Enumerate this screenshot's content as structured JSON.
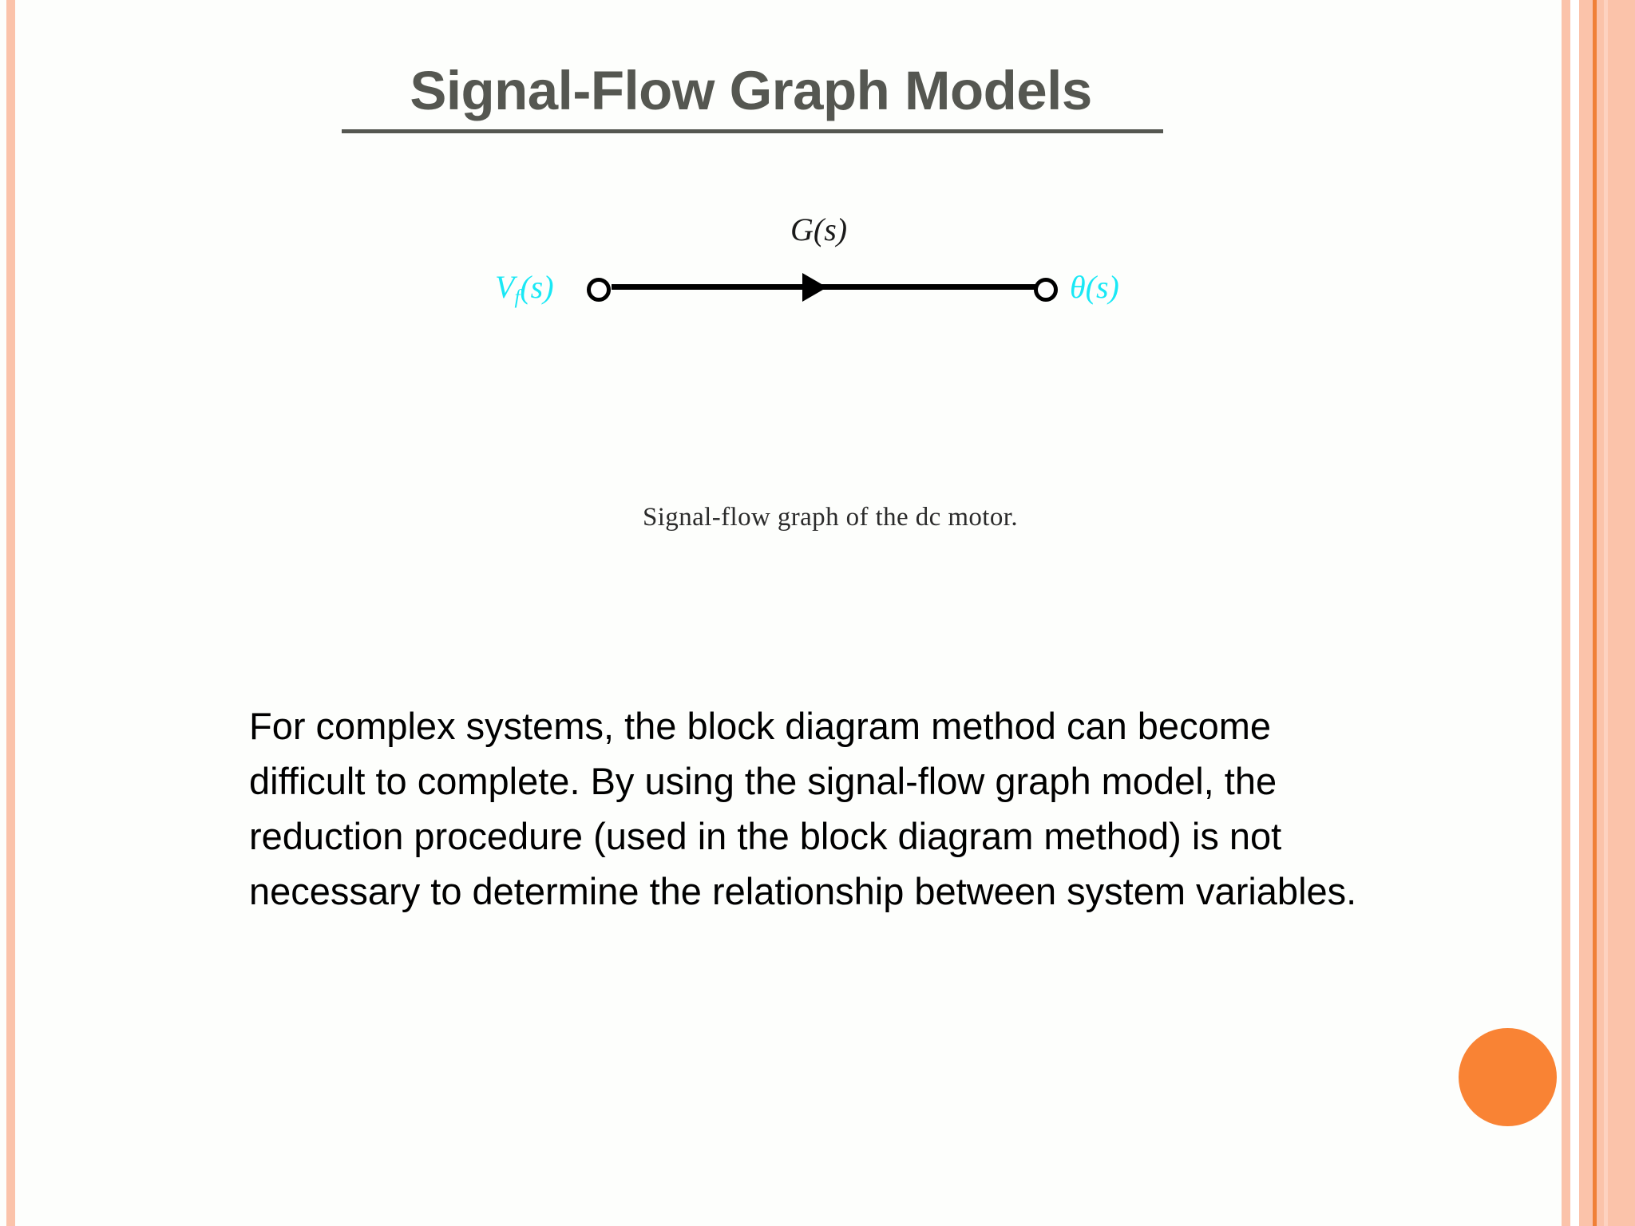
{
  "slide": {
    "title": "Signal-Flow Graph Models",
    "background_color": "#fdfefc",
    "title_color": "#555751",
    "accent_color": "#f98334",
    "border_peach": "#fbc3aa"
  },
  "figure": {
    "gain_label": "G(s)",
    "input_node_label_main": "V",
    "input_node_label_sub": "f",
    "input_node_label_tail": "(s)",
    "output_node_label": "θ(s)",
    "node_label_color": "#19e8f5",
    "edge_color": "#000000",
    "caption": "Signal-flow graph of the dc motor."
  },
  "body": {
    "paragraph": "For complex systems, the block diagram method can become difficult to complete.  By using the signal-flow graph model, the reduction procedure (used in the block diagram method) is not necessary to determine the relationship between system variables."
  },
  "decor": {
    "orange_dot": "orange-circle",
    "left_stripe": "peach-stripe",
    "right_border": "peach-striped-border"
  }
}
